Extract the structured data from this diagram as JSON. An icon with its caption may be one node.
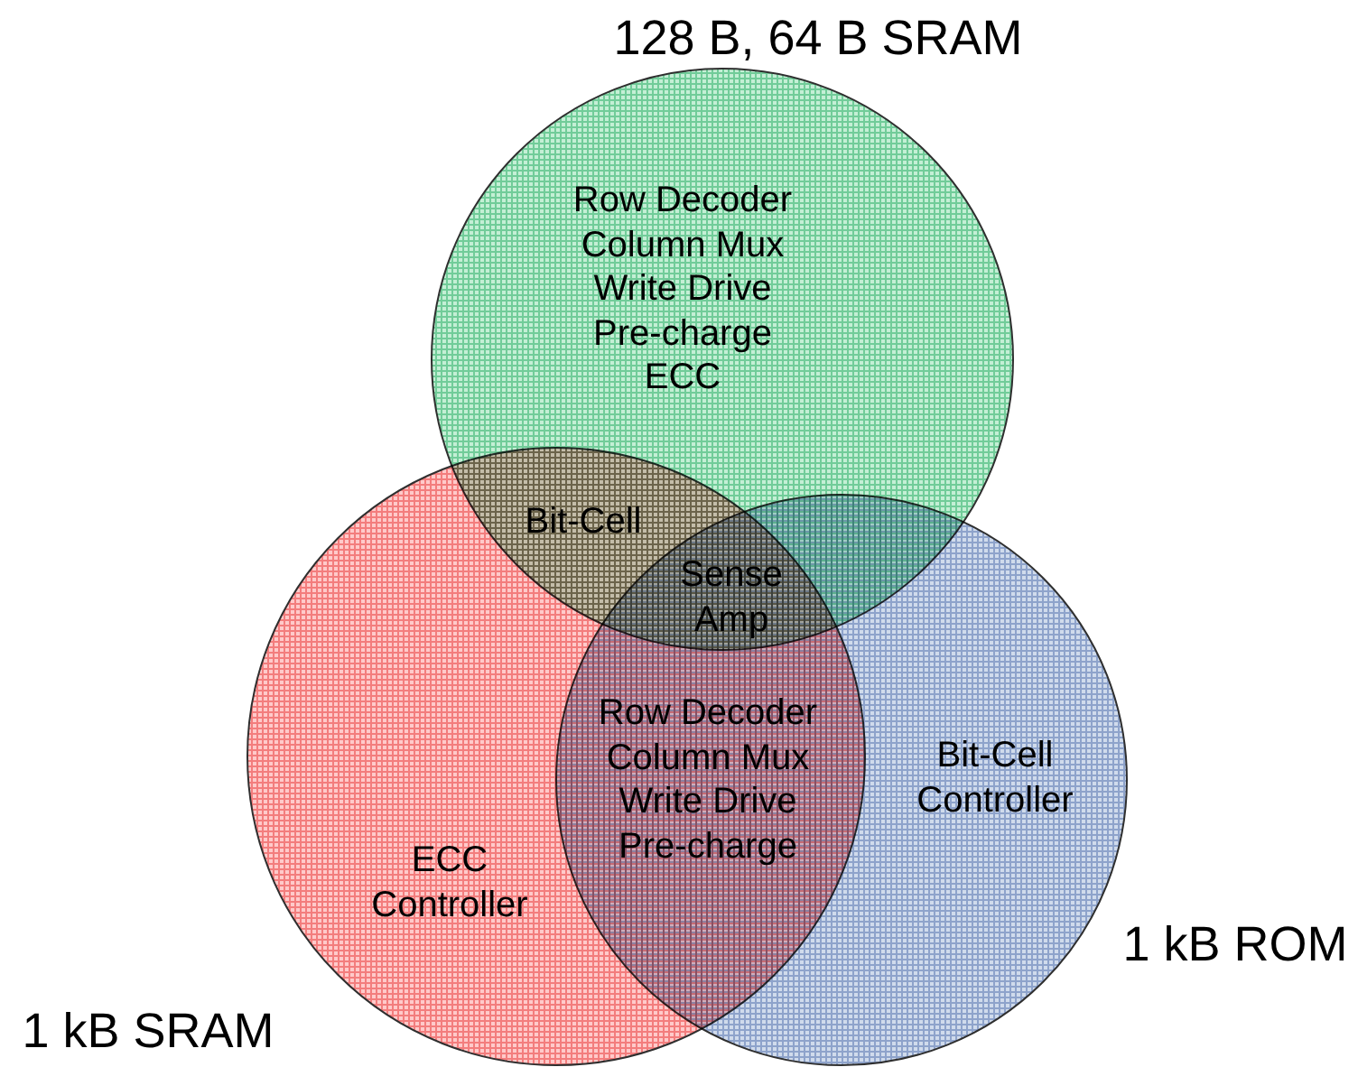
{
  "diagram": {
    "nodes": [
      {
        "text": [
          "128 B, 64 B SRAM",
          "Row Decoder Column Mux Write Drive Pre-charge ECC"
        ]
      },
      {
        "text": [
          "1 kB SRAM",
          "ECC Controller"
        ]
      },
      {
        "text": [
          "1 kB ROM",
          "Bit-Cell Controller"
        ]
      }
    ],
    "labels": [
      "Bit-Cell",
      "Sense Amp",
      "Row Decoder Column Mux Write Drive Pre-charge"
    ]
  }
}
